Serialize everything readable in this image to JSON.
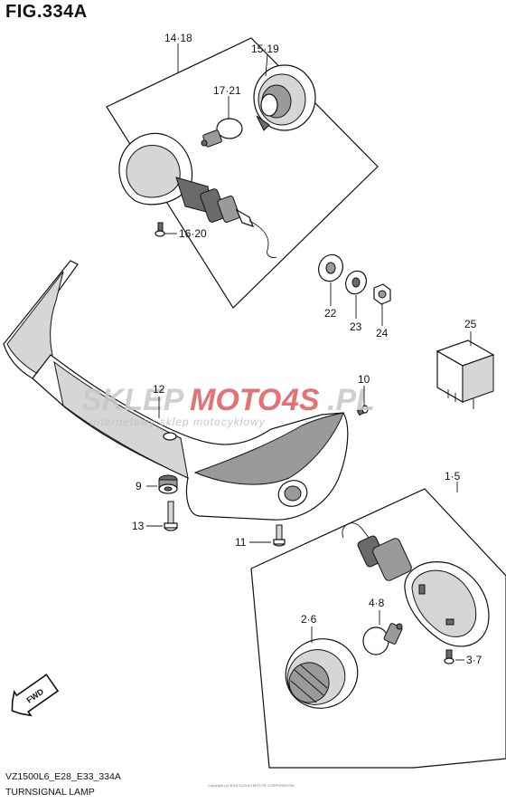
{
  "figure": {
    "title": "FIG.334A",
    "model_code": "VZ1500L6_E28_E33_334A",
    "name": "TURNSIGNAL LAMP",
    "copyright": "Copyright (c) 2015 SUZUKI MOTOR CORPORATION"
  },
  "watermark": {
    "brand_a": "SKLEP",
    "brand_b": "MOTO",
    "brand_c": "4S",
    "brand_d": ".PL",
    "tagline": "internetowy sklep motocyklowy",
    "gray": "#c7c7c7",
    "red": "#e05a5a"
  },
  "callouts": {
    "c14_18": "14·18",
    "c15_19": "15·19",
    "c17_21": "17·21",
    "c16_20": "16·20",
    "c22": "22",
    "c23": "23",
    "c24": "24",
    "c25": "25",
    "c12": "12",
    "c10": "10",
    "c9": "9",
    "c13": "13",
    "c11": "11",
    "c1_5": "1·5",
    "c4_8": "4·8",
    "c2_6": "2·6",
    "c3_7": "3·7"
  },
  "fwd": {
    "label": "FWD"
  }
}
